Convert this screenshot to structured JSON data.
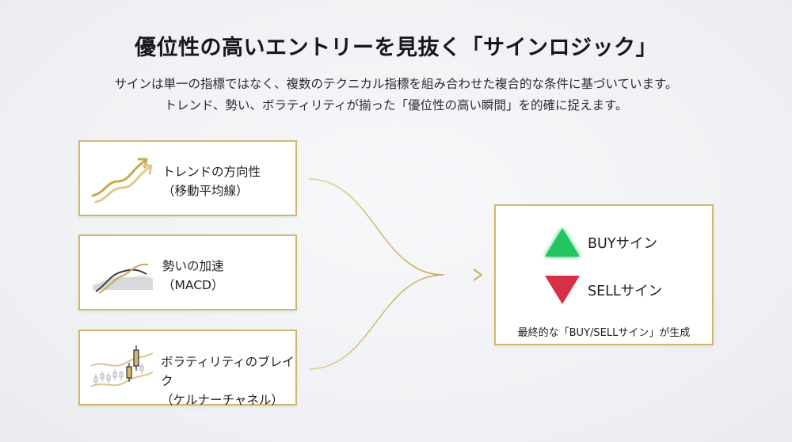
{
  "title": "優位性の高いエントリーを見抜く「サインロジック」",
  "subtitle": [
    "サインは単一の指標ではなく、複数のテクニカル指標を組み合わせた複合的な条件に基づいています。",
    "トレンド、勢い、ボラティリティが揃った「優位性の高い瞬間」を的確に捉えます。"
  ],
  "inputs": [
    {
      "line1": "トレンドの方向性",
      "line2": "（移動平均線）",
      "icon": "trend-arrows-icon"
    },
    {
      "line1": "勢いの加速",
      "line2": "（MACD）",
      "icon": "macd-icon"
    },
    {
      "line1": "ボラティリティのブレイク",
      "line2": "（ケルナーチャネル）",
      "icon": "keltner-candles-icon"
    }
  ],
  "output": {
    "buy_label": "BUYサイン",
    "sell_label": "SELLサイン",
    "caption": "最終的な「BUY/SELLサイン」が生成"
  },
  "colors": {
    "gold": "#d2b76e",
    "buy_green": "#22c55e",
    "sell_red": "#d63046"
  }
}
